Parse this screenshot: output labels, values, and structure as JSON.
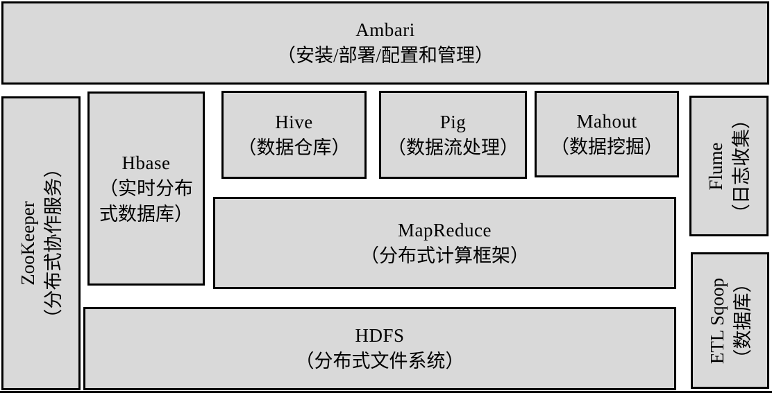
{
  "figure": {
    "colors": {
      "box-fill": "#d9d9d9",
      "box-stroke": "#000000",
      "page-bg": "#ffffff",
      "text": "#000000"
    }
  },
  "boxes": {
    "ambari": {
      "name": "Ambari",
      "desc": "（安装/部署/配置和管理）"
    },
    "zookeeper": {
      "name": "ZooKeeper",
      "desc": "（分布式协作服务）"
    },
    "hbase": {
      "name": "Hbase",
      "desc_lines": [
        "（实时分布",
        "式数据库）"
      ]
    },
    "hive": {
      "name": "Hive",
      "desc": "（数据仓库）"
    },
    "pig": {
      "name": "Pig",
      "desc": "（数据流处理）"
    },
    "mahout": {
      "name": "Mahout",
      "desc": "（数据挖掘）"
    },
    "mapreduce": {
      "name": "MapReduce",
      "desc": "（分布式计算框架）"
    },
    "hdfs": {
      "name": "HDFS",
      "desc": "（分布式文件系统）"
    },
    "flume": {
      "name": "Flume",
      "desc": "（日志收集）"
    },
    "sqoop": {
      "name": "ETL Sqoop",
      "desc": "（数据库）"
    }
  }
}
